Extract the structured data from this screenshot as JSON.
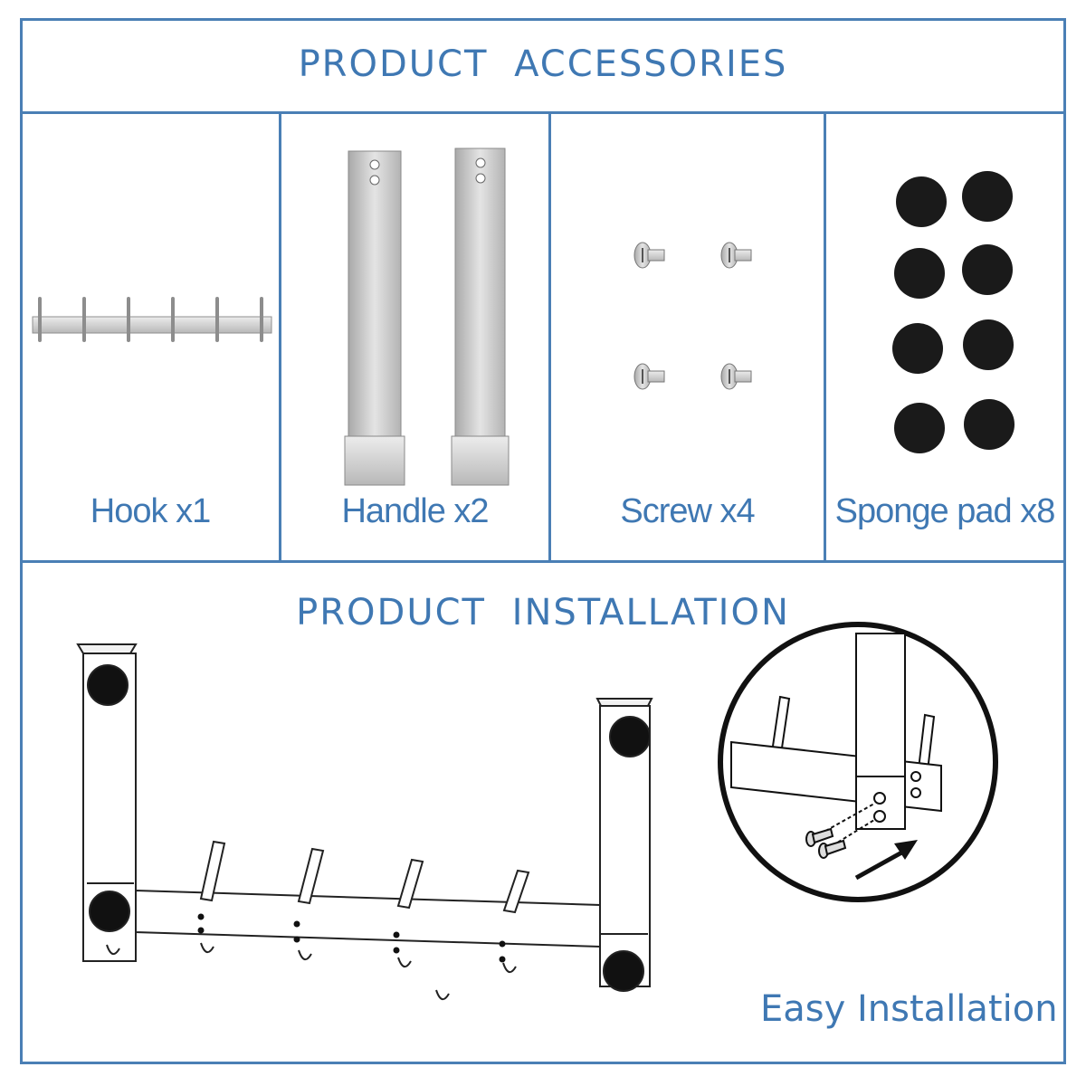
{
  "header": {
    "title": "PRODUCT ACCESSORIES"
  },
  "accessories": [
    {
      "label": "Hook x1"
    },
    {
      "label": "Handle x2"
    },
    {
      "label": "Screw x4"
    },
    {
      "label": "Sponge pad x8"
    }
  ],
  "installation": {
    "title": "PRODUCT INSTALLATION",
    "caption": "Easy Installation"
  },
  "colors": {
    "accent": "#3f78b3",
    "frame": "#4a7fb5",
    "metal": "#c9c9c9",
    "pad": "#1a1a1a"
  }
}
